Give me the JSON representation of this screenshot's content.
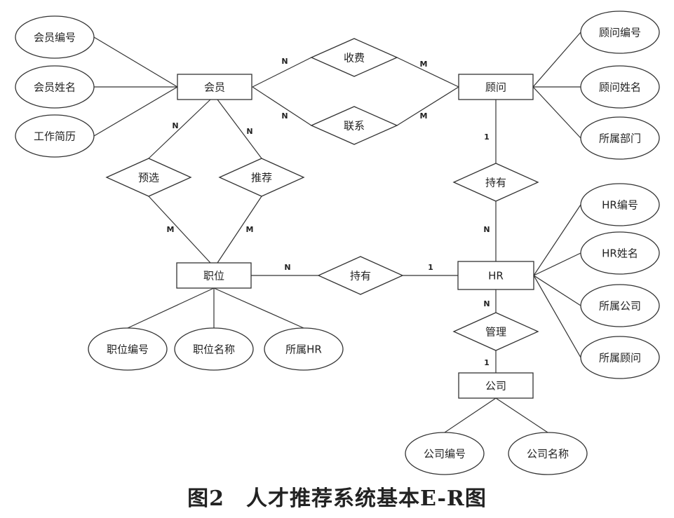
{
  "caption": "图2　人才推荐系统基本E-R图",
  "entities": [
    {
      "id": "member",
      "label": "会员"
    },
    {
      "id": "consultant",
      "label": "顾问"
    },
    {
      "id": "position",
      "label": "职位"
    },
    {
      "id": "hr",
      "label": "HR"
    },
    {
      "id": "company",
      "label": "公司"
    }
  ],
  "relationships": [
    {
      "id": "fee",
      "label": "收费"
    },
    {
      "id": "contact",
      "label": "联系"
    },
    {
      "id": "preselect",
      "label": "预选"
    },
    {
      "id": "recommend",
      "label": "推荐"
    },
    {
      "id": "hold-c",
      "label": "持有"
    },
    {
      "id": "hold-p",
      "label": "持有"
    },
    {
      "id": "manage",
      "label": "管理"
    }
  ],
  "attributes": [
    {
      "id": "member-no",
      "label": "会员编号",
      "of": "member"
    },
    {
      "id": "member-name",
      "label": "会员姓名",
      "of": "member"
    },
    {
      "id": "work-resume",
      "label": "工作简历",
      "of": "member"
    },
    {
      "id": "consultant-no",
      "label": "顾问编号",
      "of": "consultant"
    },
    {
      "id": "consultant-name",
      "label": "顾问姓名",
      "of": "consultant"
    },
    {
      "id": "consultant-dept",
      "label": "所属部门",
      "of": "consultant"
    },
    {
      "id": "hr-no",
      "label": "HR编号",
      "of": "hr"
    },
    {
      "id": "hr-name",
      "label": "HR姓名",
      "of": "hr"
    },
    {
      "id": "hr-company",
      "label": "所属公司",
      "of": "hr"
    },
    {
      "id": "hr-consultant",
      "label": "所属顾问",
      "of": "hr"
    },
    {
      "id": "position-no",
      "label": "职位编号",
      "of": "position"
    },
    {
      "id": "position-name",
      "label": "职位名称",
      "of": "position"
    },
    {
      "id": "position-hr",
      "label": "所属HR",
      "of": "position"
    },
    {
      "id": "company-no",
      "label": "公司编号",
      "of": "company"
    },
    {
      "id": "company-name",
      "label": "公司名称",
      "of": "company"
    }
  ],
  "links": [
    {
      "from": "member",
      "to": "fee",
      "card": "N"
    },
    {
      "from": "fee",
      "to": "consultant",
      "card": "M"
    },
    {
      "from": "member",
      "to": "contact",
      "card": "N"
    },
    {
      "from": "contact",
      "to": "consultant",
      "card": "M"
    },
    {
      "from": "member",
      "to": "preselect",
      "card": "N"
    },
    {
      "from": "preselect",
      "to": "position",
      "card": "M"
    },
    {
      "from": "member",
      "to": "recommend",
      "card": "N"
    },
    {
      "from": "recommend",
      "to": "position",
      "card": "M"
    },
    {
      "from": "consultant",
      "to": "hold-c",
      "card": "1"
    },
    {
      "from": "hold-c",
      "to": "hr",
      "card": "N"
    },
    {
      "from": "position",
      "to": "hold-p",
      "card": "N"
    },
    {
      "from": "hold-p",
      "to": "hr",
      "card": "1"
    },
    {
      "from": "hr",
      "to": "manage",
      "card": "N"
    },
    {
      "from": "manage",
      "to": "company",
      "card": "1"
    }
  ]
}
